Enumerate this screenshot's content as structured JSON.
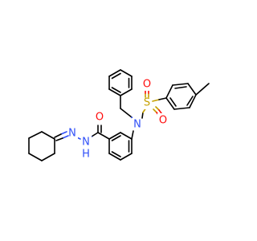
{
  "molecule": {
    "atoms": {
      "n_sulfonamide": {
        "symbol": "N",
        "color": "#3050f8"
      },
      "s_sulfonyl": {
        "symbol": "S",
        "color": "#c6a000"
      },
      "o_sulfonyl_1": {
        "symbol": "O",
        "color": "#ff0d0d"
      },
      "o_sulfonyl_2": {
        "symbol": "O",
        "color": "#ff0d0d"
      },
      "o_carbonyl": {
        "symbol": "O",
        "color": "#ff0d0d"
      },
      "n_hydrazone": {
        "symbol": "N",
        "color": "#3050f8"
      },
      "nh_hydrazide": {
        "symbol": "N",
        "color": "#3050f8"
      },
      "h_hydrazide": {
        "symbol": "H",
        "color": "#3050f8"
      }
    }
  }
}
